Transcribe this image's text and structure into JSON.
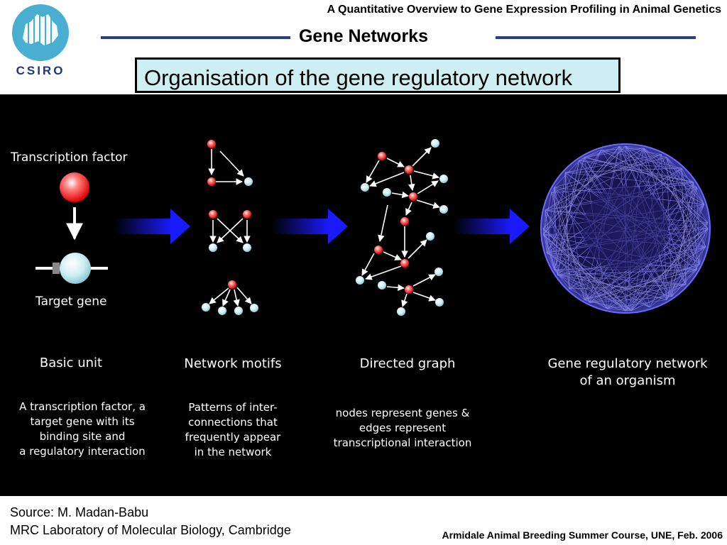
{
  "header": {
    "course_title": "A Quantitative Overview to Gene Expression Profiling in Animal Genetics",
    "section_title": "Gene Networks",
    "logo_text": "CSIRO"
  },
  "slide_title": "Organisation of the gene regulatory network",
  "basic_unit": {
    "tf_label": "Transcription factor",
    "gene_label": "Target gene",
    "caption": "Basic unit",
    "description": "A transcription factor, a\ntarget gene with its\nbinding site and\na regulatory interaction"
  },
  "motifs": {
    "caption": "Network motifs",
    "description": "Patterns of inter-\nconnections that\nfrequently appear\nin the network"
  },
  "directed_graph": {
    "caption": "Directed graph",
    "description": "nodes represent genes &\nedges represent\ntranscriptional interaction"
  },
  "network": {
    "caption": "Gene regulatory network\nof an organism"
  },
  "source": {
    "line1": "Source: M. Madan-Babu",
    "line2": "MRC Laboratory of Molecular Biology, Cambridge"
  },
  "footer": "Armidale Animal Breeding Summer Course, UNE, Feb. 2006",
  "colors": {
    "tf_node": "#ff3030",
    "gene_node": "#bfeaf0",
    "flow_arrow": "#1a1aff",
    "network": "#7a7aff",
    "header_rule": "#2e3c8c",
    "title_box": "#cdeef2",
    "logo": "#4aaed0"
  }
}
